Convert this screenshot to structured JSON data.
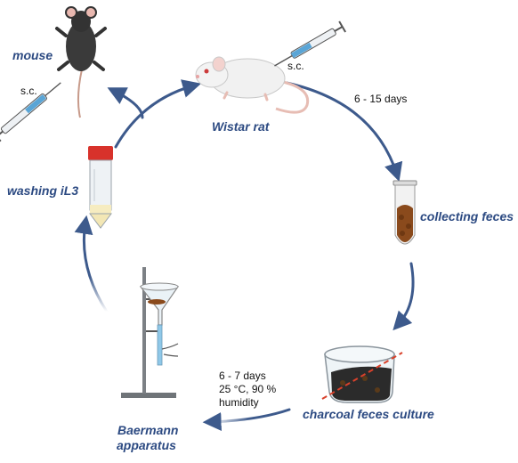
{
  "labels": {
    "mouse": "mouse",
    "wistar_rat": "Wistar rat",
    "collecting_feces": "collecting feces",
    "charcoal_culture": "charcoal feces culture",
    "baermann_line1": "Baermann",
    "baermann_line2": "apparatus",
    "washing": "washing iL3"
  },
  "notes": {
    "sc_mouse": "s.c.",
    "sc_rat": "s.c.",
    "days_rat": "6 - 15 days",
    "culture_days": "6 - 7 days",
    "culture_cond": "25 °C, 90 %",
    "culture_humidity": "humidity"
  },
  "colors": {
    "cycle_arrow": "#3d5a8c",
    "label_text": "#2c4a82",
    "charcoal_line": "#d9412b"
  },
  "icons": [
    "mouse-icon",
    "rat-icon",
    "syringe-icon",
    "feces-tube-icon",
    "charcoal-beaker-icon",
    "baermann-funnel-icon",
    "falcon-tube-icon"
  ]
}
